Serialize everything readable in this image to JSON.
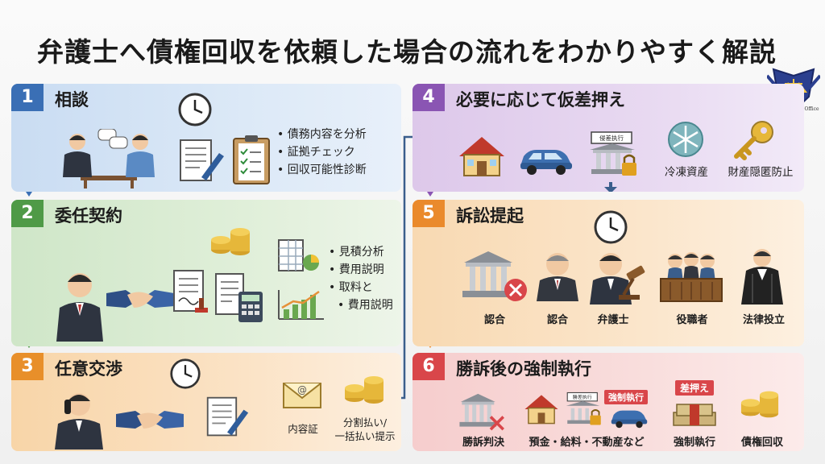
{
  "title": "弁護士へ債権回収を依頼した場合の流れをわかりやすく解説",
  "logo": {
    "caption": "Gladiator Law Office"
  },
  "steps": [
    {
      "num": "1",
      "title": "相談",
      "bullets": [
        "債務内容を分析",
        "証拠チェック",
        "回収可能性診断"
      ]
    },
    {
      "num": "2",
      "title": "委任契約",
      "bullets": [
        "見積分析",
        "費用説明",
        "取料と",
        "費用説明"
      ]
    },
    {
      "num": "3",
      "title": "任意交渉",
      "labels": [
        "内容証",
        "分割払い/",
        "一括払い提示"
      ]
    },
    {
      "num": "4",
      "title": "必要に応じて仮差押え",
      "labels": [
        "冷凍資産",
        "財産隠匿防止"
      ],
      "sign": "侵差执行"
    },
    {
      "num": "5",
      "title": "訴訟提起",
      "labels": [
        "認合",
        "認合",
        "弁護士",
        "役職者",
        "法律投立"
      ]
    },
    {
      "num": "6",
      "title": "勝訴後の強制執行",
      "labels": [
        "勝訴判決",
        "預金・給料・不動産など",
        "強制執行",
        "債権回収"
      ],
      "tags": [
        "強制執行",
        "差押え"
      ],
      "sign": "勝差执行"
    }
  ],
  "colors": {
    "blue": "#3a6fb5",
    "green": "#4f9a47",
    "orange": "#e88f2a",
    "purple": "#8a55b3",
    "red": "#d9464a"
  }
}
